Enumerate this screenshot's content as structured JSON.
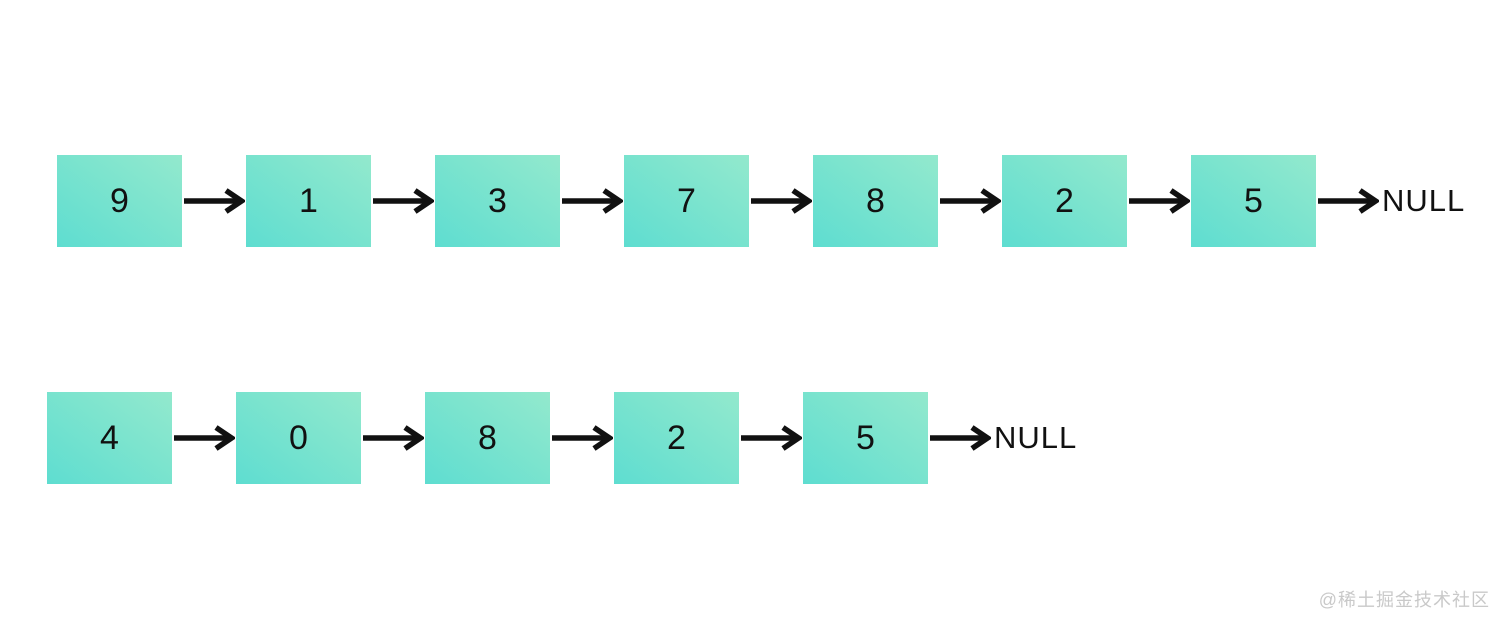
{
  "diagram": {
    "type": "linked-list",
    "lists": [
      {
        "name": "list-1",
        "nodes": [
          "9",
          "1",
          "3",
          "7",
          "8",
          "2",
          "5"
        ],
        "terminator": "NULL"
      },
      {
        "name": "list-2",
        "nodes": [
          "4",
          "0",
          "8",
          "2",
          "5"
        ],
        "terminator": "NULL"
      }
    ]
  },
  "colors": {
    "node_gradient_start": "#5eddd0",
    "node_gradient_end": "#93e9cd",
    "arrow": "#111111",
    "background": "#ffffff",
    "watermark": "#c9c9c9"
  },
  "watermark": "@稀土掘金技术社区"
}
